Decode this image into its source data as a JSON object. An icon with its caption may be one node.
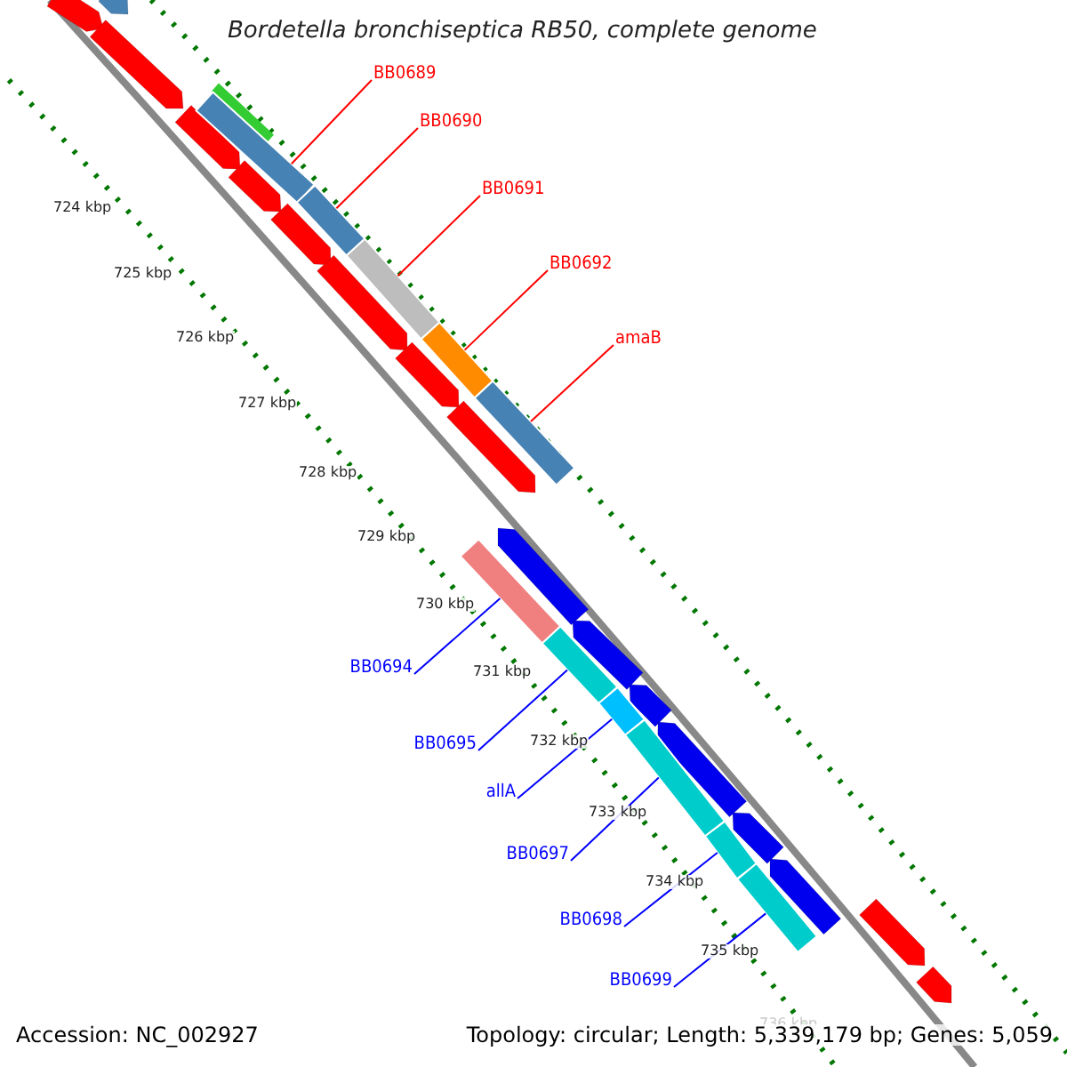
{
  "diagram": {
    "title": "Bordetella bronchiseptica RB50, complete genome",
    "nodes": [
      {
        "text": [
          "BB0689"
        ]
      },
      {
        "text": [
          "BB0690"
        ]
      },
      {
        "text": [
          "BB0691"
        ]
      },
      {
        "text": [
          "BB0692"
        ]
      },
      {
        "text": [
          "amaB"
        ]
      },
      {
        "text": [],
        "shape": "bar"
      },
      {
        "text": [],
        "shape": "bar"
      },
      {
        "text": [],
        "shape": "bar"
      },
      {
        "text": [],
        "shape": "bar"
      },
      {
        "text": [],
        "shape": "bar"
      },
      {
        "text": [
          "BB0694"
        ]
      },
      {
        "text": [
          "BB0695"
        ]
      },
      {
        "text": [
          "allA"
        ]
      },
      {
        "text": [
          "BB0697"
        ]
      },
      {
        "text": [
          "BB0698"
        ]
      },
      {
        "text": [
          "BB0699"
        ]
      },
      {
        "text": [],
        "shape": "bar"
      },
      {
        "text": [],
        "shape": "bar"
      },
      {
        "text": [],
        "shape": "bar"
      },
      {
        "text": [],
        "shape": "bar"
      },
      {
        "text": [],
        "shape": "bar"
      },
      {
        "text": [],
        "shape": "bar"
      }
    ],
    "edges": [
      {
        "from": 0,
        "to": 5,
        "arrow": "none",
        "color": "#ff0000"
      },
      {
        "from": 1,
        "to": 6,
        "arrow": "none",
        "color": "#ff0000"
      },
      {
        "from": 2,
        "to": 7,
        "arrow": "none",
        "color": "#ff0000"
      },
      {
        "from": 3,
        "to": 8,
        "arrow": "none",
        "color": "#ff0000"
      },
      {
        "from": 4,
        "to": 9,
        "arrow": "none",
        "color": "#ff0000"
      },
      {
        "from": 10,
        "to": 16,
        "arrow": "none"
      },
      {
        "from": 11,
        "to": 17,
        "arrow": "none"
      },
      {
        "from": 12,
        "to": 18,
        "arrow": "none"
      },
      {
        "from": 13,
        "to": 19,
        "arrow": "none"
      },
      {
        "from": 14,
        "to": 20,
        "arrow": "none"
      },
      {
        "from": 15,
        "to": 21,
        "arrow": "none"
      }
    ],
    "labels": [
      "724 kbp",
      "725 kbp",
      "726 kbp",
      "727 kbp",
      "728 kbp",
      "729 kbp",
      "730 kbp",
      "731 kbp",
      "732 kbp",
      "733 kbp",
      "734 kbp",
      "735 kbp",
      "736 kbp",
      "Accession: NC_002927",
      "Topology: circular; Length: 5,339,179 bp; Genes: 5,059"
    ]
  }
}
